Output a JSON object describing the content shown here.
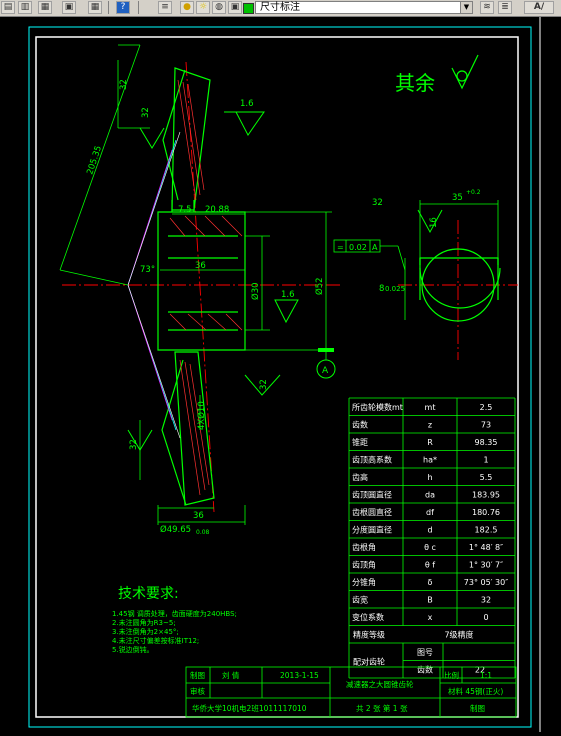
{
  "toolbar": {
    "layer_value": "尺寸标注",
    "icons": [
      "new-icon",
      "open-icon",
      "save-icon",
      "print-icon",
      "help-icon",
      "layers-icon",
      "bulb-icon",
      "sun-icon",
      "color-icon",
      "layer-stack-icon"
    ]
  },
  "colors": {
    "background": "#000000",
    "frame": "#ffffff",
    "geometry": "#00ff00",
    "dimension": "#00ff00",
    "text": "#00ff00",
    "centerline": "#ff0000",
    "border": "#00ffff",
    "hatch": "#ff3030",
    "table_text": "#ffffff"
  },
  "drawing": {
    "roughness_note": "其余",
    "dims": {
      "d32_top": "32",
      "d32_mid": "32",
      "d32_low": "32",
      "d32_keyway": "32",
      "d1_6_top": "1.6",
      "d1_6_mid": "1.6",
      "d1_6_key": "1.6",
      "d205": "205.35",
      "d7_5": "7.5",
      "d20_88": "20.88",
      "d36_top": "36",
      "d36_bottom": "36",
      "d30": "Ø30",
      "d52": "Ø52",
      "dangle": "73°",
      "d4x10": "4XØ10",
      "d49": "Ø49.65",
      "d49_tol": "0.08",
      "d_keyw": "35",
      "d_keyw_tol": "+0.2",
      "d_key_h": "8",
      "d_key_tol": "0.025",
      "d16": "16",
      "tol_sym": "=",
      "tol_val": "0.02",
      "tol_ref": "A",
      "datum": "A"
    }
  },
  "params": {
    "rows": [
      {
        "name": "所齿轮模数mt",
        "sym": "mt",
        "val": "2.5"
      },
      {
        "name": "齿数",
        "sym": "z",
        "val": "73"
      },
      {
        "name": "锥距",
        "sym": "R",
        "val": "98.35"
      },
      {
        "name": "齿顶高系数",
        "sym": "ha*",
        "val": "1"
      },
      {
        "name": "齿高",
        "sym": "h",
        "val": "5.5"
      },
      {
        "name": "齿顶圆直径",
        "sym": "da",
        "val": "183.95"
      },
      {
        "name": "齿根圆直径",
        "sym": "df",
        "val": "180.76"
      },
      {
        "name": "分度圆直径",
        "sym": "d",
        "val": "182.5"
      },
      {
        "name": "齿根角",
        "sym": "θ c",
        "val": "1° 48′ 8″"
      },
      {
        "name": "齿顶角",
        "sym": "θ f",
        "val": "1° 30′ 7″"
      },
      {
        "name": "分锥角",
        "sym": "δ",
        "val": "73° 05′ 30″"
      },
      {
        "name": "齿宽",
        "sym": "B",
        "val": "32"
      },
      {
        "name": "变位系数",
        "sym": "x",
        "val": "0"
      }
    ],
    "accuracy_label": "精度等级",
    "accuracy_value": "7级精度",
    "mate_label": "配对齿轮",
    "mate_name_label": "图号",
    "mate_teeth_label": "齿数",
    "mate_teeth_value": "22"
  },
  "notes": {
    "title": "技术要求:",
    "lines": [
      "1.45钢 调质处理，齿面硬度为240HBS;",
      "2.未注圆角为R3~5;",
      "3.未注倒角为2×45°;",
      "4.未注尺寸偏差按标准IT12;",
      "5.锐边倒钝。"
    ]
  },
  "title_block": {
    "drawn_label": "制图",
    "drawn_name": "刘  倩",
    "date": "2013-1-15",
    "review_label": "审核",
    "part_name": "减速器之大圆锥齿轮",
    "scale_label": "比例",
    "scale_value": "1:1",
    "material": "材料 45钢(正火)",
    "school": "华侨大学10机电2班1011117010",
    "sheets": "共 2 张   第 1 张",
    "drawing_label": "制图"
  }
}
